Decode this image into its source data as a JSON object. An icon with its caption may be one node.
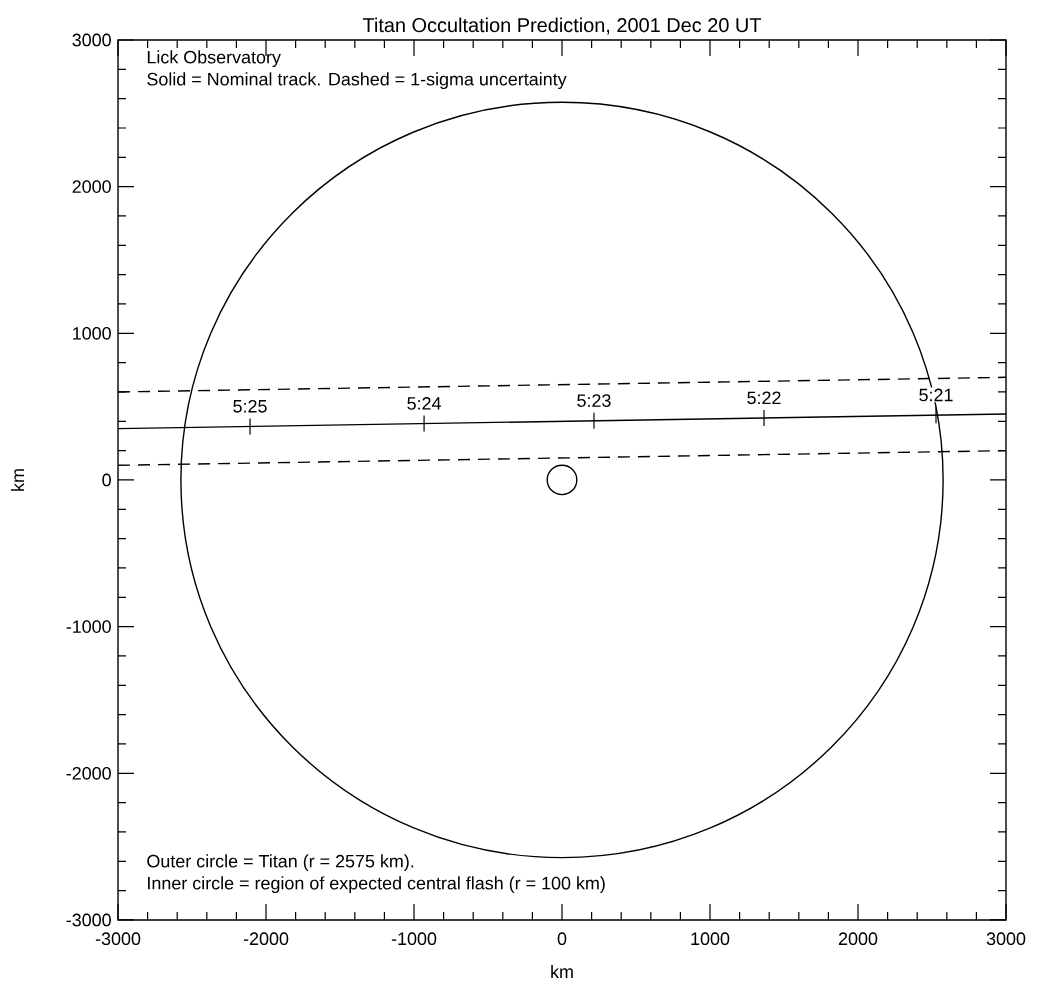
{
  "diagram": {
    "title": "Titan Occultation Prediction, 2001 Dec 20 UT",
    "labels": [
      "Lick Observatory",
      "Solid = Nominal track.  Dashed = 1-sigma uncertainty",
      "Outer circle = Titan (r = 2575 km).",
      "Inner circle = region of expected central flash (r = 100 km)"
    ],
    "chart_data": {
      "type": "line",
      "xlabel": "km",
      "ylabel": "km",
      "x": [
        -3000,
        3000
      ],
      "series": [
        {
          "values": [
            350,
            450
          ]
        },
        {
          "line_style": "dashed",
          "values": [
            600,
            700
          ]
        },
        {
          "line_style": "dashed",
          "values": [
            100,
            200
          ]
        }
      ],
      "xlim": [
        -3000,
        3000
      ],
      "ylim": [
        -3000,
        3000
      ],
      "xticks": [
        -3000,
        -2000,
        -1000,
        0,
        1000,
        2000,
        3000
      ],
      "yticks": [
        -3000,
        -2000,
        -1000,
        0,
        1000,
        2000,
        3000
      ],
      "annotations": [
        "5:25",
        "5:24",
        "5:23",
        "5:22",
        "5:21"
      ]
    }
  }
}
